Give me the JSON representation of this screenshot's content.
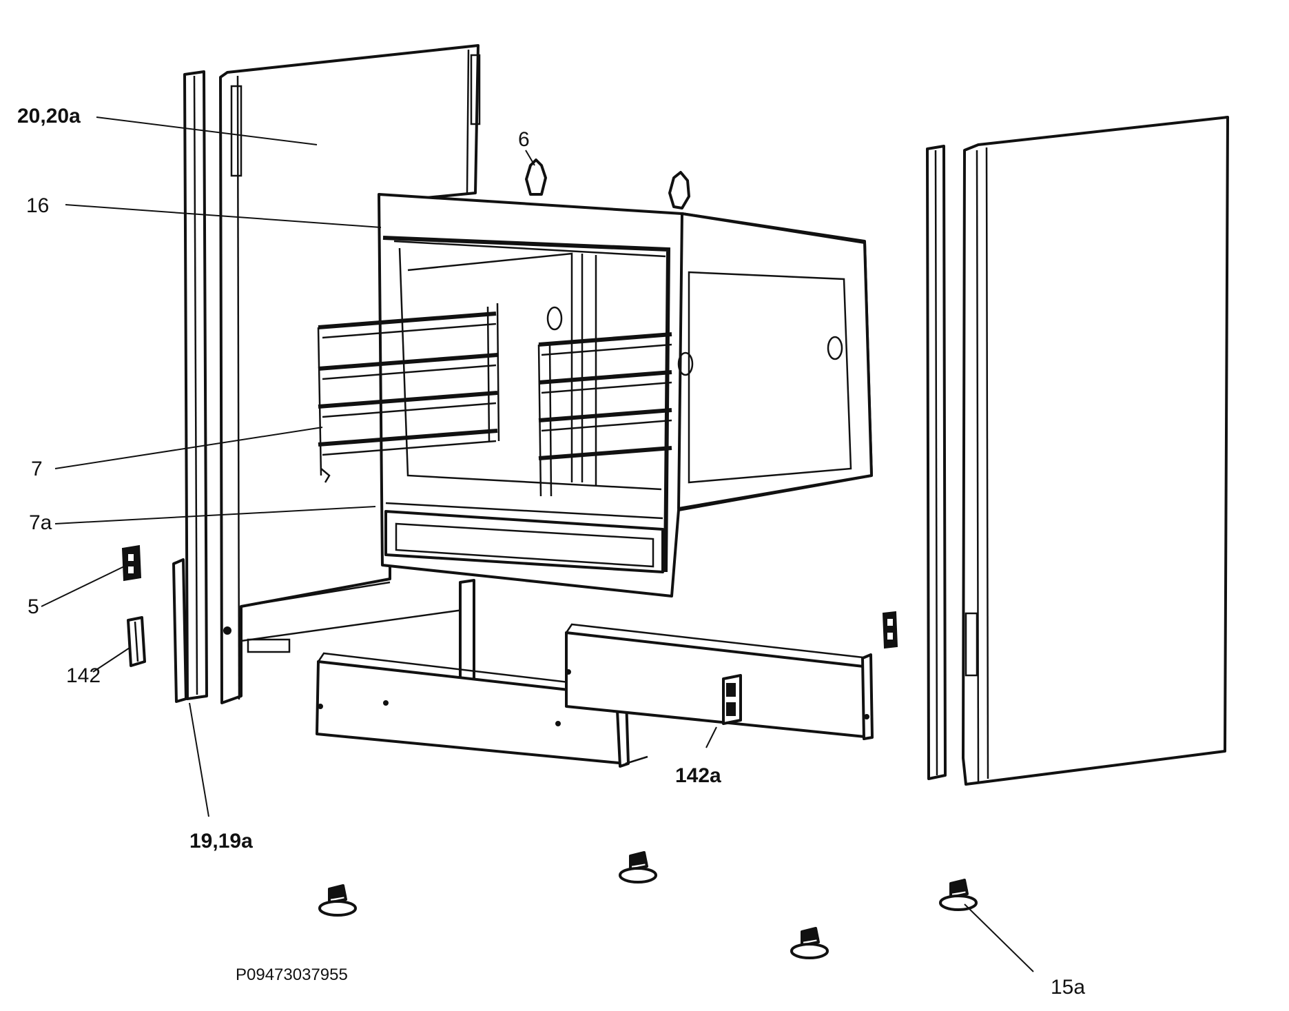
{
  "labels": {
    "l20": "20,20a",
    "l16": "16",
    "l6": "6",
    "l7": "7",
    "l7a": "7a",
    "l5": "5",
    "l142": "142",
    "l1919a": "19,19a",
    "l142a": "142a",
    "l15a": "15a"
  },
  "code": "P09473037955"
}
